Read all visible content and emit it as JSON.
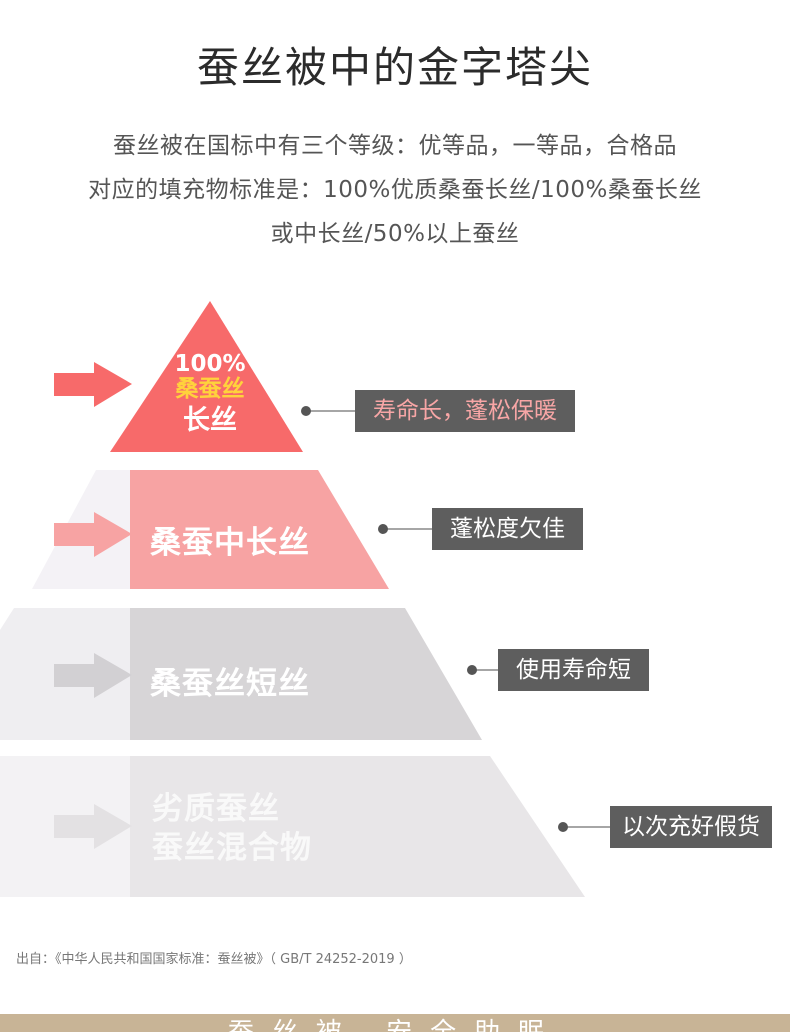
{
  "title": "蚕丝被中的金字塔尖",
  "intro": {
    "line1": "蚕丝被在国标中有三个等级：优等品，一等品，合格品",
    "line2": "对应的填充物标准是：100%优质桑蚕长丝/100%桑蚕长丝",
    "line3": "或中长丝/50%以上蚕丝"
  },
  "pyramid": {
    "apex": {
      "line1": "100%",
      "line2": "桑蚕丝",
      "line3": "长丝",
      "callout": "寿命长，蓬松保暖"
    },
    "tier2": {
      "label": "桑蚕中长丝",
      "callout": "蓬松度欠佳"
    },
    "tier3": {
      "label": "桑蚕丝短丝",
      "callout": "使用寿命短"
    },
    "tier4": {
      "line1": "劣质蚕丝",
      "line2": "蚕丝混合物",
      "callout": "以次充好假货"
    }
  },
  "colors": {
    "apex": "#f76a6a",
    "tier2": "#f7a3a3",
    "tier3": "#d7d5d7",
    "tier4": "#e8e6e8",
    "arrow_apex": "#f76a6a",
    "callout_bg": "#5e5e5e",
    "footer": "#c8b496"
  },
  "source": "出自：《中华人民共和国国家标准：蚕丝被》（ GB/T 24252-2019 ）",
  "footer_text": "蚕丝被 安全助眠"
}
